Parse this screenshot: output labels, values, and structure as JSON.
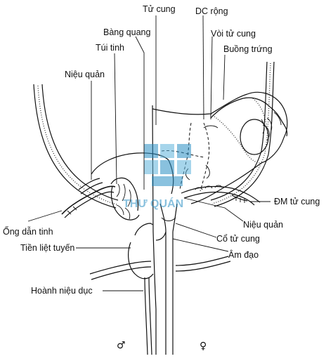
{
  "labels": {
    "tu_cung": "Tử cung",
    "dc_rong": "DC rộng",
    "bang_quang": "Bàng quang",
    "voi_tu_cung": "Vòi tử cung",
    "tui_tinh": "Túi tinh",
    "buong_trung": "Buồng trứng",
    "nieu_quan_left": "Niệu quản",
    "dm_tu_cung": "ĐM tử cung",
    "ong_dan_tinh": "Ống dẫn tinh",
    "nieu_quan_right": "Niệu quản",
    "co_tu_cung": "Cổ tử cung",
    "tien_liet_tuyen": "Tiền liệt tuyến",
    "am_dao": "Âm đạo",
    "hoanh_nieu_duc": "Hoành niệu dục",
    "male_symbol": "♂",
    "female_symbol": "♀"
  },
  "watermark": {
    "text": "THƯ QUÁN",
    "color": "#2a8fc4"
  }
}
